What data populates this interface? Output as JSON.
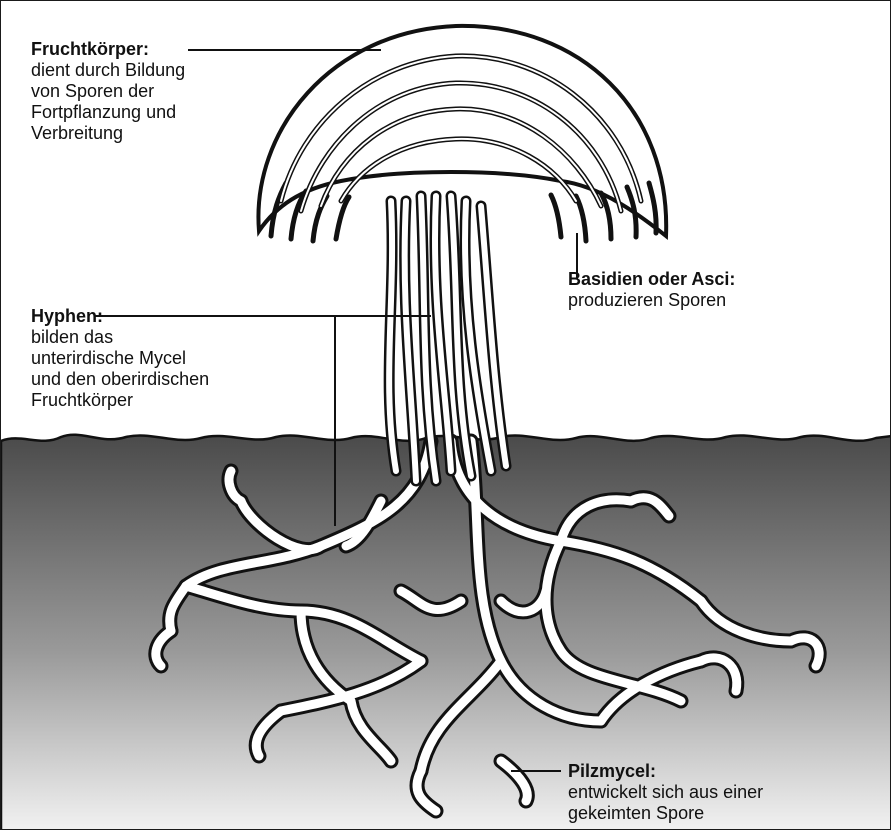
{
  "labels": {
    "fruchtkoerper": {
      "title": "Fruchtkörper:",
      "desc": "dient durch Bildung\nvon Sporen der\nFortpflanzung und\nVerbreitung"
    },
    "basidien": {
      "title": "Basidien oder Asci:",
      "desc": "produzieren Sporen"
    },
    "hyphen": {
      "title": "Hyphen:",
      "desc": "bilden das\nunterirdische Mycel\nund den oberirdischen\nFruchtkörper"
    },
    "pilzmycel": {
      "title": "Pilzmycel:",
      "desc": "entwickelt sich aus einer\ngekeimten Spore"
    }
  },
  "colors": {
    "soil_top": "#4a4a4a",
    "soil_bottom": "#f2f2f2",
    "outline": "#111111",
    "hypha_fill": "#ffffff"
  }
}
